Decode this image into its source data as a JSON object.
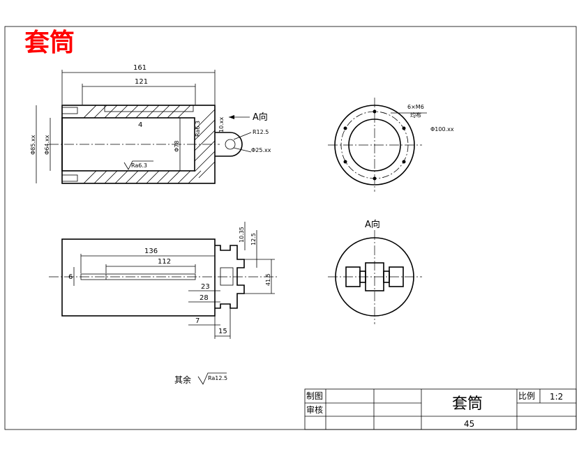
{
  "drawing": {
    "title": "套筒",
    "view_label": "A向",
    "view_marker": "A向"
  },
  "dims_top": {
    "d161": "161",
    "d121": "121",
    "d4": "4",
    "phi85": "Φ85.xx",
    "phi64": "Φ64.xx",
    "phi78": "Φ78",
    "ra63": "Ra6.3",
    "r125": "R12.5",
    "phi25": "Φ25.xx",
    "s10": "10.xx",
    "ra63b": "Ra6.3"
  },
  "dims_circle": {
    "bolts": "6×M6",
    "bolts_note": "均布",
    "phi100": "Φ100.xx"
  },
  "dims_bottom": {
    "d136": "136",
    "d112": "112",
    "d6": "6",
    "d23": "23",
    "d28": "28",
    "d7": "7",
    "d15": "15",
    "d1035": "10.35",
    "d125": "12.5",
    "d415": "41.5"
  },
  "note": {
    "rest": "其余",
    "ra": "Ra12.5"
  },
  "title_block": {
    "drawn": "制图",
    "checked": "审核",
    "part_name": "套筒",
    "scale_label": "比例",
    "scale_value": "1:2",
    "material": "45"
  }
}
